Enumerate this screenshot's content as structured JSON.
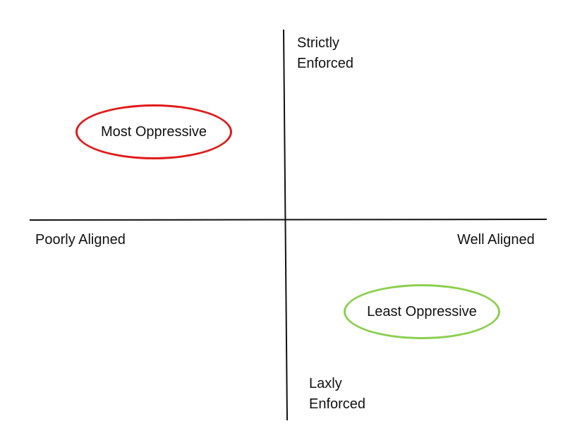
{
  "axes": {
    "top_label_line1": "Strictly",
    "top_label_line2": "Enforced",
    "bottom_label_line1": "Laxly",
    "bottom_label_line2": "Enforced",
    "left_label": "Poorly Aligned",
    "right_label": "Well Aligned",
    "line_color": "#111111"
  },
  "regions": {
    "most_oppressive": {
      "label": "Most Oppressive",
      "border_color": "#e11b1b"
    },
    "least_oppressive": {
      "label": "Least Oppressive",
      "border_color": "#8ccf50"
    }
  }
}
